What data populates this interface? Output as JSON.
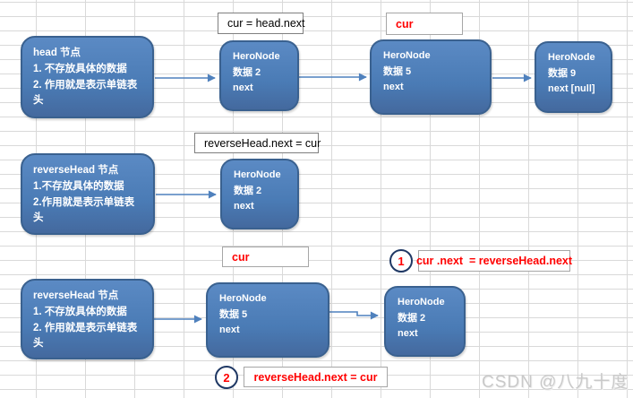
{
  "watermark": "CSDN @八九十度",
  "colors": {
    "node_fill": "#4f81bd",
    "node_border": "#3a618f",
    "arrow": "#4f81bd",
    "cross_dark": "#3f4f66",
    "cross_red": "#e60000",
    "red_text": "#ff0000"
  },
  "top": {
    "head_note": "head 节点\n1. 不存放具体的数据\n2. 作用就是表示单链表头",
    "assign_label": "cur = head.next",
    "cur_label": "cur",
    "node2": "HeroNode\n数据 2\nnext",
    "node5": "HeroNode\n数据 5\nnext",
    "node9": "HeroNode\n数据 9\nnext [null]"
  },
  "middle": {
    "reversehead_note": "reverseHead 节点\n1.不存放具体的数据\n2.作用就是表示单链表头",
    "assign_label": "reverseHead.next = cur",
    "node2": "HeroNode\n数据 2\nnext"
  },
  "bottom": {
    "reversehead_note": "reverseHead 节点\n1. 不存放具体的数据\n2. 作用就是表示单链表头",
    "cur_label": "cur",
    "node5": "HeroNode\n数据 5\nnext",
    "node2": "HeroNode\n数据 2\nnext",
    "step1_num": "1",
    "step1_text": "cur .next  = reverseHead.next",
    "step2_num": "2",
    "step2_text": "reverseHead.next = cur"
  }
}
